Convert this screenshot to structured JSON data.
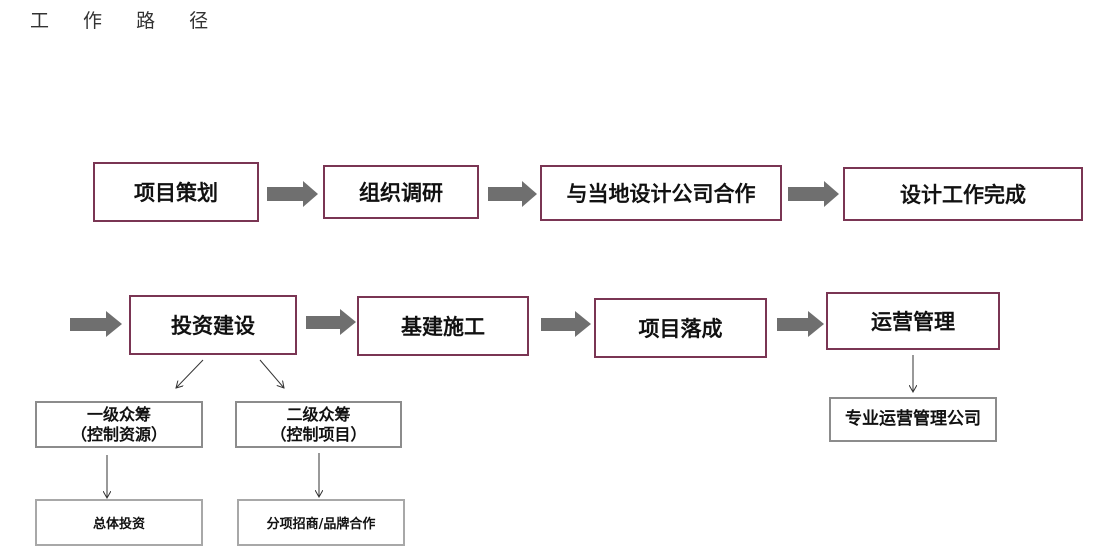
{
  "title": "工 作 路 径",
  "row1": [
    "项目策划",
    "组织调研",
    "与当地设计公司合作",
    "设计工作完成"
  ],
  "row2": [
    "投资建设",
    "基建施工",
    "项目落成",
    "运营管理"
  ],
  "sub": {
    "level1_line1": "一级众筹",
    "level1_line2": "（控制资源）",
    "level2_line1": "二级众筹",
    "level2_line2": "（控制项目）",
    "ops": "专业运营管理公司",
    "total": "总体投资",
    "partner": "分项招商/品牌合作"
  }
}
